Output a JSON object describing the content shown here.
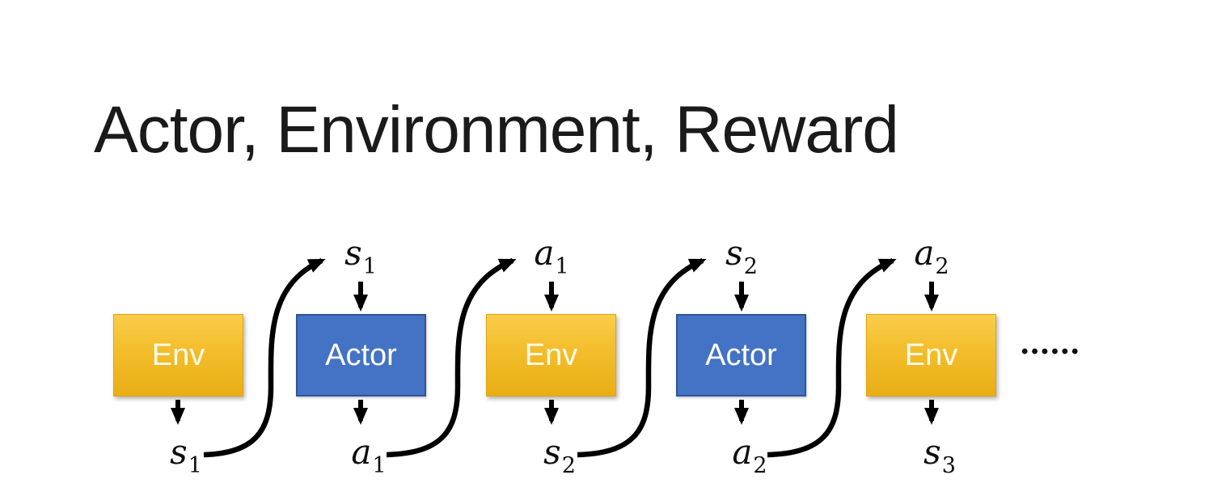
{
  "title": "Actor, Environment, Reward",
  "diagram": {
    "boxes": [
      {
        "label": "Env"
      },
      {
        "label": "Actor"
      },
      {
        "label": "Env"
      },
      {
        "label": "Actor"
      },
      {
        "label": "Env"
      }
    ],
    "top_labels": [
      {
        "base": "s",
        "sub": "1"
      },
      {
        "base": "a",
        "sub": "1"
      },
      {
        "base": "s",
        "sub": "2"
      },
      {
        "base": "a",
        "sub": "2"
      }
    ],
    "bottom_labels": [
      {
        "base": "s",
        "sub": "1"
      },
      {
        "base": "a",
        "sub": "1"
      },
      {
        "base": "s",
        "sub": "2"
      },
      {
        "base": "a",
        "sub": "2"
      },
      {
        "base": "s",
        "sub": "3"
      }
    ],
    "ellipsis": "••••••",
    "colors": {
      "background": "#FFFFFF",
      "title_text": "#1A1A1A",
      "env_gradient_top": "#FBCE49",
      "env_gradient_bottom": "#E9AE15",
      "env_text": "#FFFBEA",
      "actor_fill": "#4472C4",
      "actor_border": "#2F5597",
      "actor_text": "#FFFFFF",
      "arrow": "#000000"
    }
  }
}
